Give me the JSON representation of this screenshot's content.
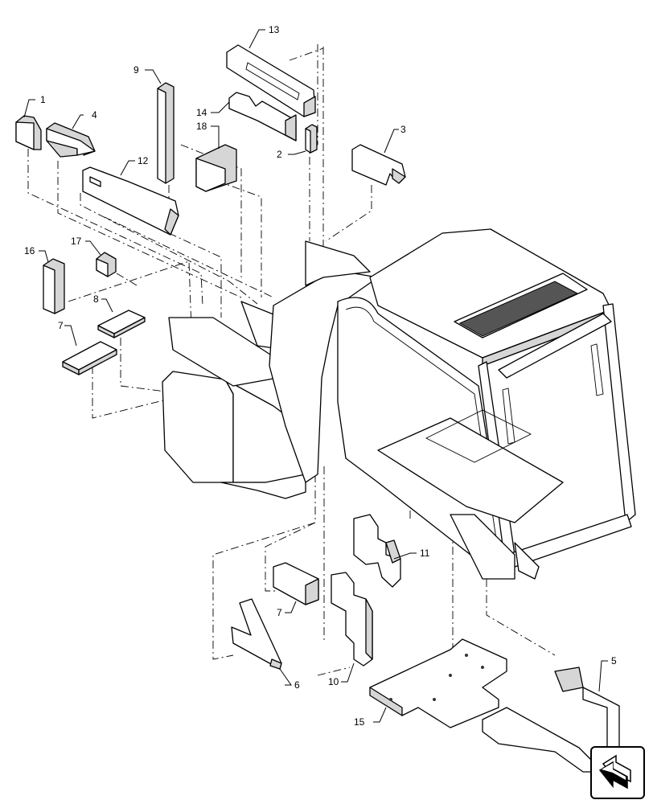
{
  "diagram": {
    "callouts": {
      "c1": "1",
      "c2": "2",
      "c3": "3",
      "c4": "4",
      "c5": "5",
      "c6": "6",
      "c7a": "7",
      "c7b": "7",
      "c8": "8",
      "c9": "9",
      "c10": "10",
      "c11": "11",
      "c12": "12",
      "c13": "13",
      "c14": "14",
      "c15": "15",
      "c16": "16",
      "c17": "17",
      "c18": "18"
    },
    "nav_icon": "next-page-arrow-icon"
  }
}
